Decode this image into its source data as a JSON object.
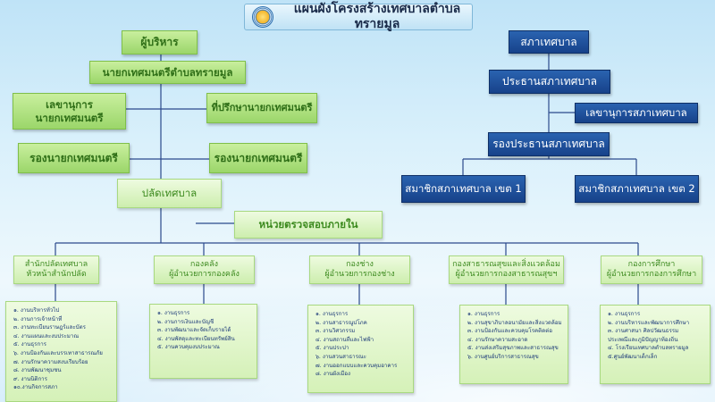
{
  "title": "แผนผังโครงสร้างเทศบาลตำบลทรายมูล",
  "colors": {
    "green": "#9bd66a",
    "blue": "#17428a",
    "line": "#2b4a8c"
  },
  "executive": {
    "head": "ผู้บริหาร",
    "mayor": "นายกเทศมนตรีตำบลทรายมูล",
    "secretary": "เลขานุการ\nนายกเทศมนตรี",
    "advisor": "ที่ปรึกษานายกเทศมนตรี",
    "deputy1": "รองนายกเทศมนตรี",
    "deputy2": "รองนายกเทศมนตรี",
    "clerk": "ปลัดเทศบาล",
    "audit": "หน่วยตรวจสอบภายใน"
  },
  "council": {
    "head": "สภาเทศบาล",
    "president": "ประธานสภาเทศบาล",
    "secretary": "เลขานุการสภาเทศบาล",
    "vice": "รองประธานสภาเทศบาล",
    "member1": "สมาชิกสภาเทศบาล เขต 1",
    "member2": "สมาชิกสภาเทศบาล เขต 2"
  },
  "divisions": [
    {
      "title": "สำนักปลัดเทศบาล\nหัวหน้าสำนักปลัด",
      "items": [
        "๑. งานบริหารทั่วไป",
        "๒. งานการเจ้าหน้าที่",
        "๓. งานทะเบียนราษฎร์และบัตร",
        "๔. งานแผนและงบประมาณ",
        "๕. งานธุรการ",
        "๖. งานป้องกันและบรรเทาสาธารณภัย",
        "๗. งานรักษาความสงบเรียบร้อย",
        "๘. งานพัฒนาชุมชน",
        "๙. งานนิติการ",
        "๑๐.งานกิจการสภา"
      ]
    },
    {
      "title": "กองคลัง\nผู้อำนวยการกองคลัง",
      "items": [
        "๑. งานธุรการ",
        "๒. งานการเงินและบัญชี",
        "๓. งานพัฒนาและจัดเก็บรายได้",
        "๔. งานพัสดุและทะเบียนทรัพย์สิน",
        "๕. งานควบคุมงบประมาณ"
      ]
    },
    {
      "title": "กองช่าง\nผู้อำนวยการกองช่าง",
      "items": [
        "๑. งานธุรการ",
        "๒. งานสาธารณูปโภค",
        "๓. งานวิศวกรรม",
        "๔. งานสถานที่และไฟฟ้า",
        "๕. งานประปา",
        "๖. งานสวนสาธารณะ",
        "๗. งานออกแบบและควบคุมอาคาร",
        "๘. งานผังเมือง"
      ]
    },
    {
      "title": "กองสาธารณสุขและสิ่งแวดล้อม\nผู้อำนวยการกองสาธารณสุขฯ",
      "items": [
        "๑. งานธุรการ",
        "๒. งานสุขาภิบาลอนามัยและสิ่งแวดล้อม",
        "๓. งานป้องกันและควบคุมโรคติดต่อ",
        "๔. งานรักษาความสะอาด",
        "๕. งานส่งเสริมสุขภาพและสาธารณสุข",
        "๖. งานศูนย์บริการสาธารณสุข"
      ]
    },
    {
      "title": "กองการศึกษา\nผู้อำนวยการกองการศึกษา",
      "items": [
        "๑. งานธุรการ",
        "๒. งานบริหารและพัฒนาการศึกษา",
        "๓. งานศาสนา ศิลปวัฒนธรรม",
        "ประเพณีและภูมิปัญญาท้องถิ่น",
        "๔. โรงเรียนเทศบาลตำบลทรายมูล",
        "๕.ศูนย์พัฒนาเด็กเล็ก"
      ]
    }
  ]
}
